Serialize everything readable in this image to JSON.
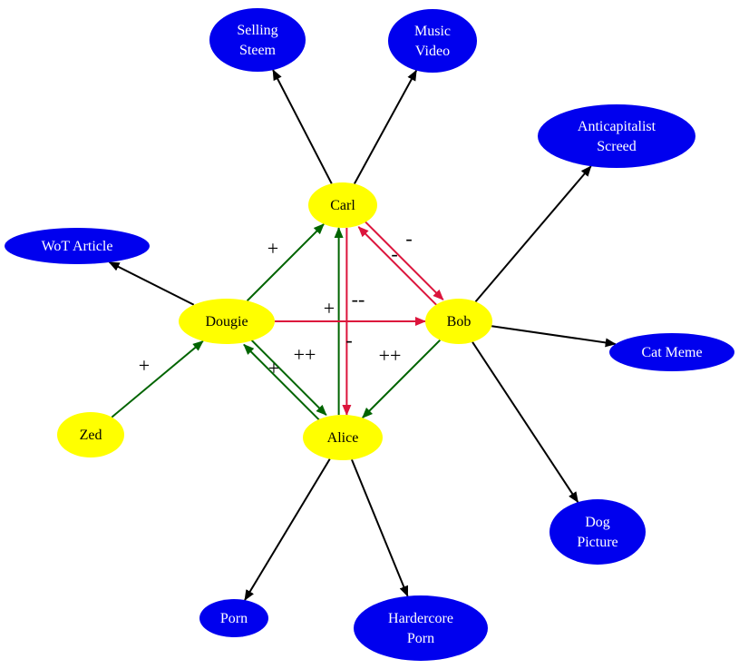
{
  "colors": {
    "person_fill": "#ffff00",
    "person_text": "#000000",
    "content_fill": "#0000ee",
    "content_text": "#ffffff",
    "edge_black": "#000000",
    "edge_green": "#006400",
    "edge_red": "#dc143c"
  },
  "nodes": [
    {
      "id": "carl",
      "kind": "person",
      "lines": [
        "Carl"
      ]
    },
    {
      "id": "bob",
      "kind": "person",
      "lines": [
        "Bob"
      ]
    },
    {
      "id": "dougie",
      "kind": "person",
      "lines": [
        "Dougie"
      ]
    },
    {
      "id": "alice",
      "kind": "person",
      "lines": [
        "Alice"
      ]
    },
    {
      "id": "zed",
      "kind": "person",
      "lines": [
        "Zed"
      ]
    },
    {
      "id": "selling-steem",
      "kind": "content",
      "lines": [
        "Selling",
        "Steem"
      ]
    },
    {
      "id": "music-video",
      "kind": "content",
      "lines": [
        "Music",
        "Video"
      ]
    },
    {
      "id": "anticapitalist-screed",
      "kind": "content",
      "lines": [
        "Anticapitalist",
        "Screed"
      ]
    },
    {
      "id": "wot-article",
      "kind": "content",
      "lines": [
        "WoT Article"
      ]
    },
    {
      "id": "cat-meme",
      "kind": "content",
      "lines": [
        "Cat Meme"
      ]
    },
    {
      "id": "dog-picture",
      "kind": "content",
      "lines": [
        "Dog",
        "Picture"
      ]
    },
    {
      "id": "porn",
      "kind": "content",
      "lines": [
        "Porn"
      ]
    },
    {
      "id": "hardercore-porn",
      "kind": "content",
      "lines": [
        "Hardercore",
        "Porn"
      ]
    }
  ],
  "edges": [
    {
      "from": "carl",
      "to": "selling-steem",
      "color": "black",
      "label": ""
    },
    {
      "from": "carl",
      "to": "music-video",
      "color": "black",
      "label": ""
    },
    {
      "from": "carl",
      "to": "bob",
      "color": "red",
      "label": "-"
    },
    {
      "from": "bob",
      "to": "carl",
      "color": "red",
      "label": "-"
    },
    {
      "from": "carl",
      "to": "alice",
      "color": "red",
      "label": "-"
    },
    {
      "from": "alice",
      "to": "carl",
      "color": "green",
      "label": "+"
    },
    {
      "from": "dougie",
      "to": "carl",
      "color": "green",
      "label": "+"
    },
    {
      "from": "dougie",
      "to": "bob",
      "color": "red",
      "label": "--"
    },
    {
      "from": "dougie",
      "to": "wot-article",
      "color": "black",
      "label": ""
    },
    {
      "from": "dougie",
      "to": "alice",
      "color": "green",
      "label": "++"
    },
    {
      "from": "alice",
      "to": "dougie",
      "color": "green",
      "label": "+"
    },
    {
      "from": "zed",
      "to": "dougie",
      "color": "green",
      "label": "+"
    },
    {
      "from": "bob",
      "to": "anticapitalist-screed",
      "color": "black",
      "label": ""
    },
    {
      "from": "bob",
      "to": "cat-meme",
      "color": "black",
      "label": ""
    },
    {
      "from": "bob",
      "to": "dog-picture",
      "color": "black",
      "label": ""
    },
    {
      "from": "bob",
      "to": "alice",
      "color": "green",
      "label": "++"
    },
    {
      "from": "alice",
      "to": "porn",
      "color": "black",
      "label": ""
    },
    {
      "from": "alice",
      "to": "hardercore-porn",
      "color": "black",
      "label": ""
    }
  ]
}
